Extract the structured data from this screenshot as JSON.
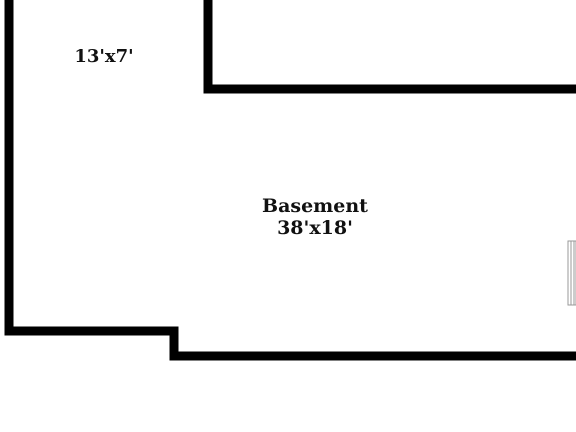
{
  "rooms": [
    {
      "name": "",
      "dimensions": "13'x7'"
    },
    {
      "name": "Basement",
      "dimensions": "38'x18'"
    }
  ],
  "colors": {
    "wall": "#000000",
    "background": "#ffffff",
    "window": "#999999"
  }
}
